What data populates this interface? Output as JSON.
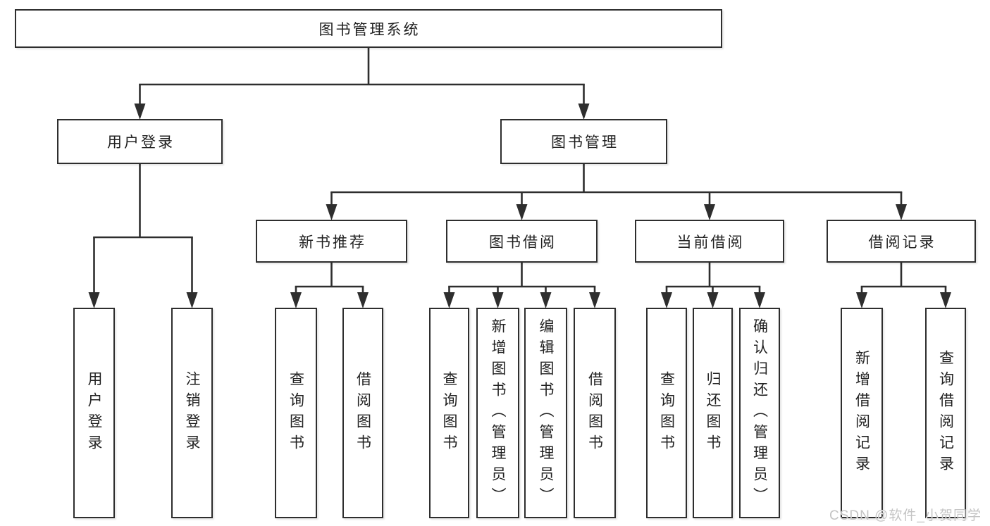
{
  "diagram": {
    "type": "tree",
    "root": {
      "label": "图书管理系统"
    },
    "level1": {
      "user_login": {
        "label": "用户登录"
      },
      "book_management": {
        "label": "图书管理"
      }
    },
    "level2": {
      "new_book_recommend": {
        "label": "新书推荐"
      },
      "book_borrowing": {
        "label": "图书借阅"
      },
      "current_borrowing": {
        "label": "当前借阅"
      },
      "borrow_records": {
        "label": "借阅记录"
      }
    },
    "leaves": {
      "user_login_leaf": {
        "label": "用户登录"
      },
      "logout_leaf": {
        "label": "注销登录"
      },
      "nbr_query_books": {
        "label": "查询图书"
      },
      "nbr_borrow_books": {
        "label": "借阅图书"
      },
      "bb_query_books": {
        "label": "查询图书"
      },
      "bb_add_books": {
        "label": "新增图书（管理员）"
      },
      "bb_edit_books": {
        "label": "编辑图书（管理员）"
      },
      "bb_borrow_books": {
        "label": "借阅图书"
      },
      "cb_query_books": {
        "label": "查询图书"
      },
      "cb_return_books": {
        "label": "归还图书"
      },
      "cb_confirm_return": {
        "label": "确认归还（管理员）"
      },
      "br_add_record": {
        "label": "新增借阅记录"
      },
      "br_query_record": {
        "label": "查询借阅记录"
      }
    },
    "hierarchy": {
      "图书管理系统": [
        "用户登录",
        "图书管理"
      ],
      "用户登录": [
        "用户登录",
        "注销登录"
      ],
      "图书管理": [
        "新书推荐",
        "图书借阅",
        "当前借阅",
        "借阅记录"
      ],
      "新书推荐": [
        "查询图书",
        "借阅图书"
      ],
      "图书借阅": [
        "查询图书",
        "新增图书（管理员）",
        "编辑图书（管理员）",
        "借阅图书"
      ],
      "当前借阅": [
        "查询图书",
        "归还图书",
        "确认归还（管理员）"
      ],
      "借阅记录": [
        "新增借阅记录",
        "查询借阅记录"
      ]
    },
    "colors": {
      "line": "#2e2e2e",
      "box_border": "#2e2e2e",
      "box_fill": "#ffffff",
      "text": "#222222",
      "watermark": "#c4c4c4",
      "background": "#ffffff"
    },
    "watermark": {
      "text": "CSDN @软件_小贺同学"
    }
  }
}
